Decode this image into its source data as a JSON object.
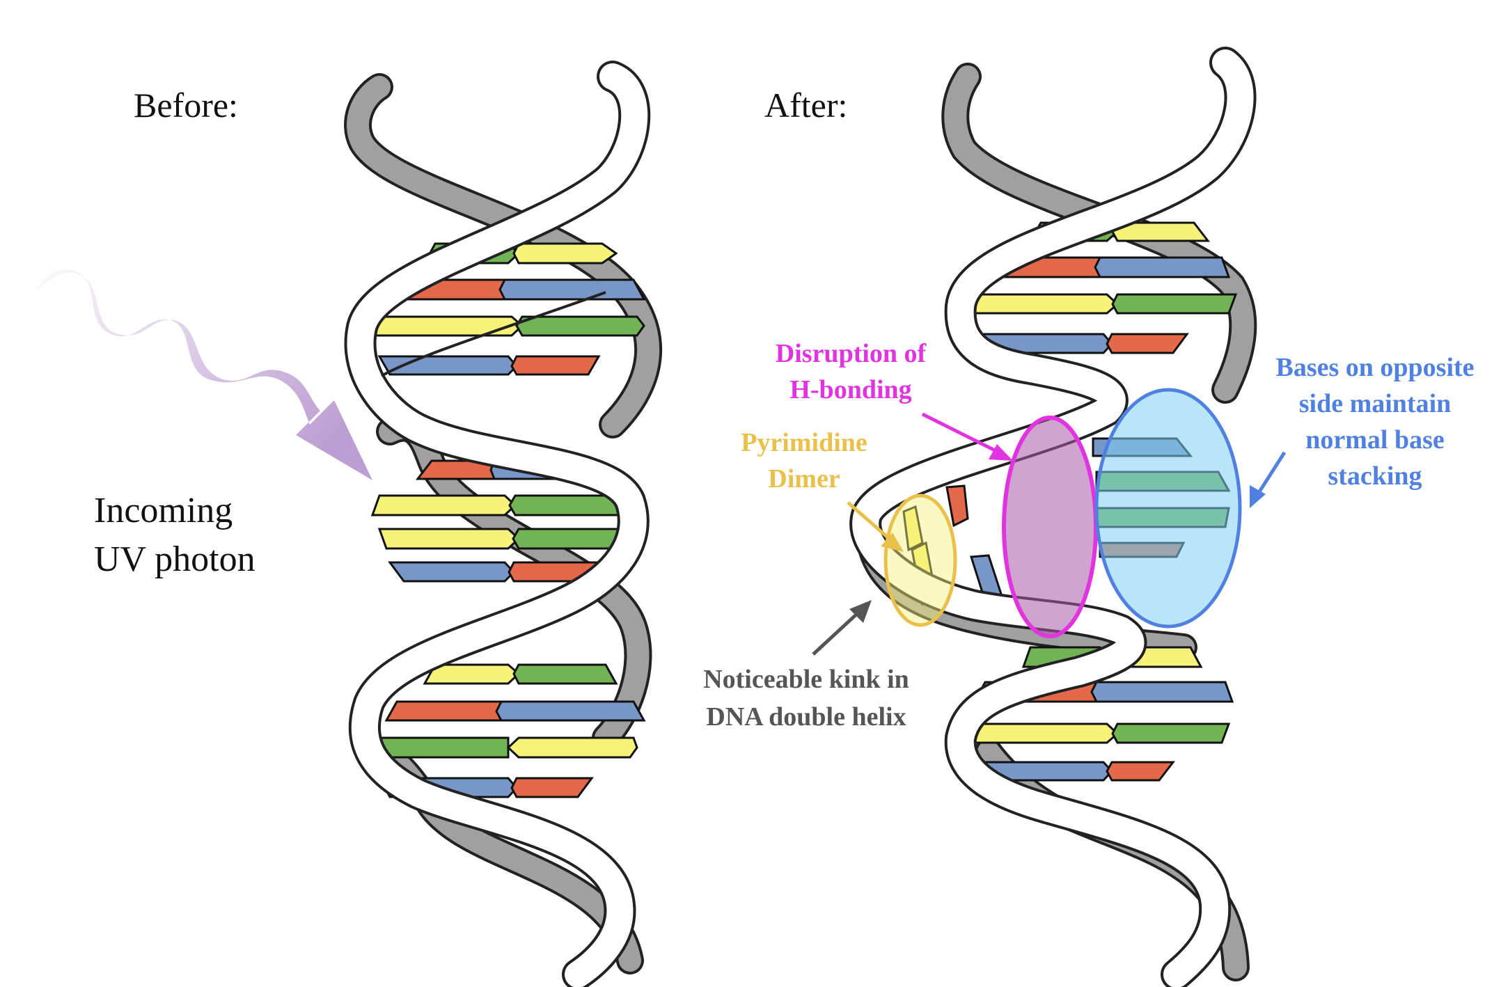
{
  "panels": {
    "before_label": "Before:",
    "after_label": "After:"
  },
  "photon": {
    "line1": "Incoming",
    "line2": "UV photon"
  },
  "annotations": {
    "hbond": {
      "line1": "Disruption of",
      "line2": "H-bonding",
      "color": "#e034e0"
    },
    "dimer": {
      "line1": "Pyrimidine",
      "line2": "Dimer",
      "color": "#e8c04a"
    },
    "stacking": {
      "line1": "Bases on opposite",
      "line2": "side maintain",
      "line3": "normal base",
      "line4": "stacking",
      "color": "#5080e0"
    },
    "kink": {
      "line1": "Noticeable kink in",
      "line2": "DNA double helix",
      "color": "#555555"
    }
  },
  "colors": {
    "backbone_front": "#ffffff",
    "backbone_back": "#a0a0a0",
    "base_green": "#72b356",
    "base_yellow": "#f6f27a",
    "base_orange": "#e4694a",
    "base_blue": "#7896c8",
    "photon": "#b99ad0"
  },
  "icons": {
    "photon": "wavy-arrow-icon",
    "pointer": "arrow-icon"
  }
}
